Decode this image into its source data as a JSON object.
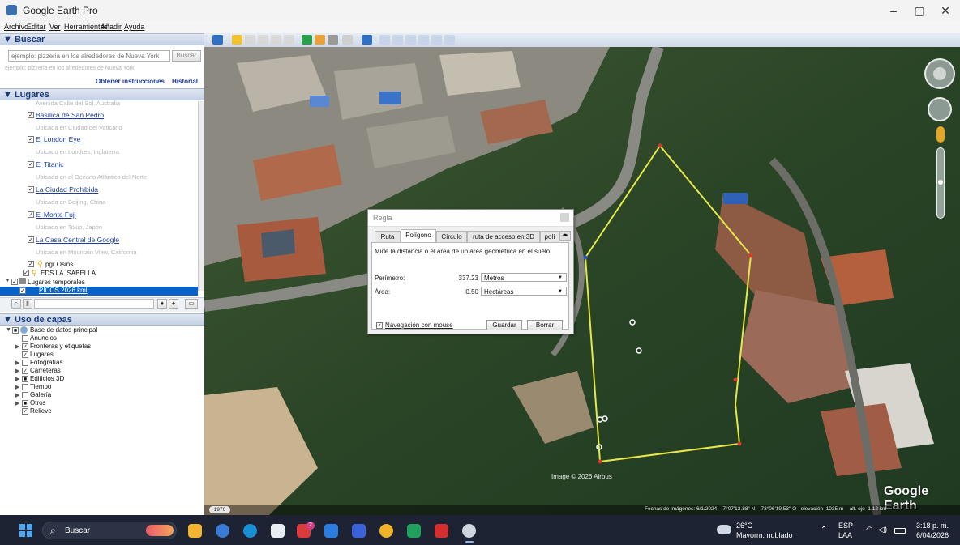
{
  "window": {
    "title": "Google Earth Pro",
    "minimize_label": "–",
    "maximize_label": "▢",
    "close_label": "✕"
  },
  "menu": [
    "Archivo",
    "Editar",
    "Ver",
    "Herramientas",
    "Añadir",
    "Ayuda"
  ],
  "search": {
    "header": "Buscar",
    "button": "Buscar",
    "placeholder": "ejemplo: pizzeria en los alrededores de Nueva York",
    "directions_link": "Obtener instrucciones",
    "history_link": "Historial"
  },
  "places": {
    "header": "Lugares",
    "top_partial": "Avenida Calle del Sol, Australia",
    "items": [
      {
        "name": "Basílica de San Pedro",
        "sub": "Ubicada en Ciudad del Vaticano"
      },
      {
        "name": "El London Eye",
        "sub": "Ubicado en Londres, Inglaterra"
      },
      {
        "name": "El Titanic",
        "sub": "Ubicado en el Océano Atlántico del Norte"
      },
      {
        "name": "La Ciudad Prohibida",
        "sub": "Ubicada en Beijing, China"
      },
      {
        "name": "El Monte Fuji",
        "sub": "Ubicado en Tokio, Japón"
      },
      {
        "name": "La Casa Central de Google",
        "sub": "Ubicada en Mountain View, California"
      }
    ],
    "extra_items": [
      "pgr Osins",
      "EDS LA ISABELLA"
    ],
    "temp_folder": "Lugares temporales",
    "selected_item": "PICOS 2026.kml"
  },
  "layers": {
    "header": "Uso de capas",
    "root": "Base de datos principal",
    "items": [
      "Anuncios",
      "Fronteras y etiquetas",
      "Lugares",
      "Fotografías",
      "Carreteras",
      "Edificios 3D",
      "Tiempo",
      "Galería",
      "Otros",
      "Relieve"
    ]
  },
  "ruler_dialog": {
    "title": "Regla",
    "tabs": [
      "Ruta",
      "Polígono",
      "Círculo",
      "ruta de acceso en 3D",
      "polí"
    ],
    "active_tab": "Polígono",
    "description": "Mide la distancia o el área de un área geométrica en el suelo.",
    "perimeter_label": "Perímetro:",
    "perimeter_value": "337.23",
    "perimeter_unit": "Metros",
    "area_label": "Área:",
    "area_value": "0.50",
    "area_unit": "Hectáreas",
    "mouse_nav_label": "Navegación con mouse",
    "save_button": "Guardar",
    "clear_button": "Borrar"
  },
  "map": {
    "image_credit": "Image © 2026 Airbus",
    "brand": "Google Earth",
    "scale_label": "1970",
    "status_bar": "Fechas de imágenes: 6/1/2024    7°07'13.88\" N    73°06'19.53\" O   elevación  1035 m    alt. ojo  1.12 km",
    "polygon_color": "#e6e84a"
  },
  "taskbar": {
    "search_placeholder": "Buscar",
    "weather_temp": "26°C",
    "weather_desc": "Mayorm. nublado",
    "lang_top": "ESP",
    "lang_bottom": "LAA",
    "time": "3:18 p. m.",
    "date": "6/04/2026",
    "badge_count": "2"
  }
}
